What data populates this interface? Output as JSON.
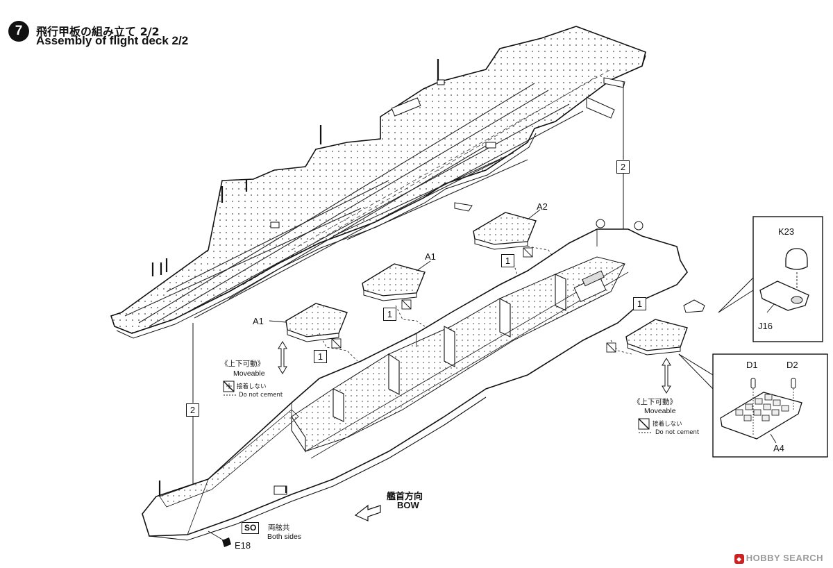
{
  "header": {
    "step_number": "7",
    "title_jp": "飛行甲板の組み立て 2/2",
    "title_en": "Assembly of flight deck 2/2"
  },
  "parts": {
    "a1_left": "A1",
    "a1_mid": "A1",
    "a2": "A2",
    "a4": "A4",
    "d1": "D1",
    "d2": "D2",
    "k23": "K23",
    "j16": "J16",
    "e18": "E18"
  },
  "step_refs": {
    "deck_right": "2",
    "deck_left": "2",
    "a1_left_ref": "1",
    "a1_mid_ref": "1",
    "a2_ref": "1",
    "a4_ref": "1"
  },
  "notes": {
    "moveable_jp_left": "《上下可動》",
    "moveable_en_left": "Moveable",
    "no_cement_jp_left": "接着しない",
    "no_cement_en_left": "Do not cement",
    "moveable_jp_right": "《上下可動》",
    "moveable_en_right": "Moveable",
    "no_cement_jp_right": "接着しない",
    "no_cement_en_right": "Do not cement",
    "bow_jp": "艦首方向",
    "bow_en": "BOW",
    "so_code": "SO",
    "both_sides_jp": "両舷共",
    "both_sides_en": "Both sides"
  },
  "footer": {
    "brand": "HOBBY SEARCH"
  }
}
